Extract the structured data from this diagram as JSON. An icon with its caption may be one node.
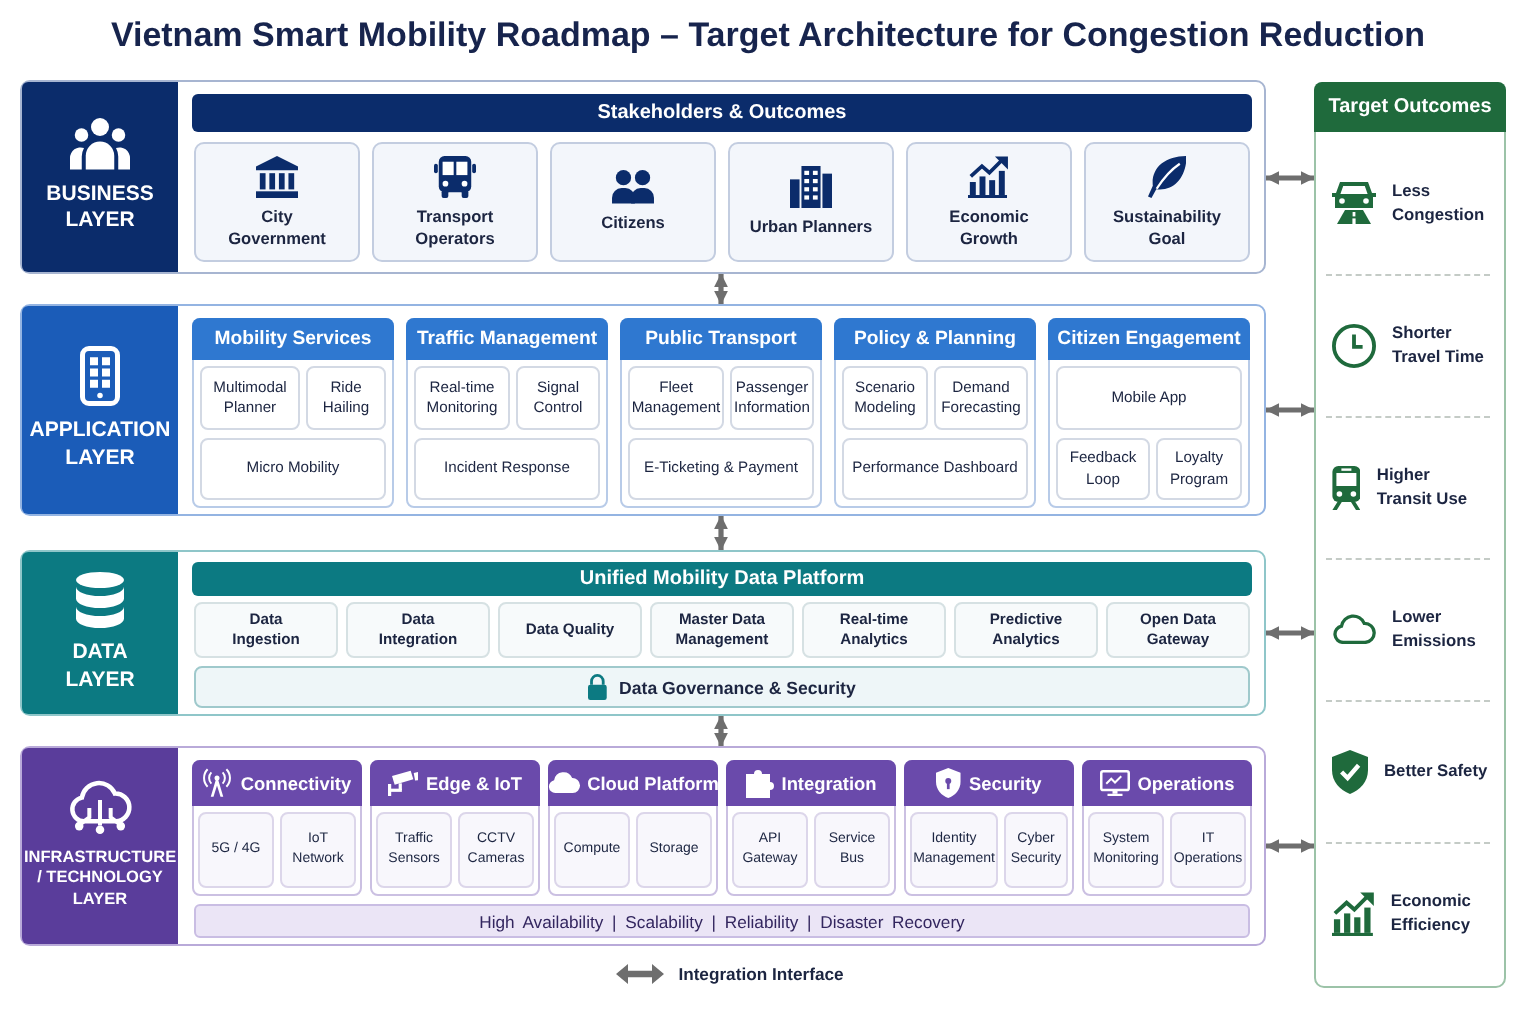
{
  "diagram": {
    "title": "Vietnam Smart Mobility Roadmap – Target Architecture for Congestion Reduction",
    "nodes": [
      {
        "text": [
          "BUSINESS LAYER"
        ]
      },
      {
        "text": [
          "Stakeholders & Outcomes"
        ],
        "in": 0
      },
      {
        "text": [
          "City Government"
        ],
        "in": 0
      },
      {
        "text": [
          "Transport Operators"
        ],
        "in": 0
      },
      {
        "text": [
          "Citizens"
        ],
        "in": 0
      },
      {
        "text": [
          "Urban Planners"
        ],
        "in": 0
      },
      {
        "text": [
          "Economic Growth"
        ],
        "in": 0
      },
      {
        "text": [
          "Sustainability Goal"
        ],
        "in": 0
      },
      {
        "text": [
          "APPLICATION LAYER"
        ]
      },
      {
        "text": [
          "Mobility Services"
        ],
        "in": 8
      },
      {
        "text": [
          "Multimodal Planner"
        ],
        "in": 9
      },
      {
        "text": [
          "Ride Hailing"
        ],
        "in": 9
      },
      {
        "text": [
          "Micro Mobility"
        ],
        "in": 9
      },
      {
        "text": [
          "Traffic Management"
        ],
        "in": 8
      },
      {
        "text": [
          "Real-time Monitoring"
        ],
        "in": 13
      },
      {
        "text": [
          "Signal Control"
        ],
        "in": 13
      },
      {
        "text": [
          "Incident Response"
        ],
        "in": 13
      },
      {
        "text": [
          "Public Transport"
        ],
        "in": 8
      },
      {
        "text": [
          "Fleet Management"
        ],
        "in": 17
      },
      {
        "text": [
          "Passenger Information"
        ],
        "in": 17
      },
      {
        "text": [
          "E-Ticketing & Payment"
        ],
        "in": 17
      },
      {
        "text": [
          "Policy & Planning"
        ],
        "in": 8
      },
      {
        "text": [
          "Scenario Modeling"
        ],
        "in": 21
      },
      {
        "text": [
          "Demand Forecasting"
        ],
        "in": 21
      },
      {
        "text": [
          "Performance Dashboard"
        ],
        "in": 21
      },
      {
        "text": [
          "Citizen Engagement"
        ],
        "in": 8
      },
      {
        "text": [
          "Mobile App"
        ],
        "in": 25
      },
      {
        "text": [
          "Feedback Loop"
        ],
        "in": 25
      },
      {
        "text": [
          "Loyalty Program"
        ],
        "in": 25
      },
      {
        "text": [
          "DATA LAYER"
        ]
      },
      {
        "text": [
          "Unified Mobility Data Platform"
        ],
        "in": 29
      },
      {
        "text": [
          "Data Ingestion"
        ],
        "in": 29
      },
      {
        "text": [
          "Data Integration"
        ],
        "in": 29
      },
      {
        "text": [
          "Data Quality"
        ],
        "in": 29
      },
      {
        "text": [
          "Master Data Management"
        ],
        "in": 29
      },
      {
        "text": [
          "Real-time Analytics"
        ],
        "in": 29
      },
      {
        "text": [
          "Predictive Analytics"
        ],
        "in": 29
      },
      {
        "text": [
          "Open Data Gateway"
        ],
        "in": 29
      },
      {
        "text": [
          "Data Governance & Security"
        ],
        "in": 29
      },
      {
        "text": [
          "INFRASTRUCTURE / TECHNOLOGY LAYER"
        ]
      },
      {
        "text": [
          "Connectivity"
        ],
        "in": 39
      },
      {
        "text": [
          "5G / 4G"
        ],
        "in": 40
      },
      {
        "text": [
          "IoT Network"
        ],
        "in": 40
      },
      {
        "text": [
          "Edge & IoT"
        ],
        "in": 39
      },
      {
        "text": [
          "Traffic Sensors"
        ],
        "in": 43
      },
      {
        "text": [
          "CCTV Cameras"
        ],
        "in": 43
      },
      {
        "text": [
          "Cloud Platform"
        ],
        "in": 39
      },
      {
        "text": [
          "Compute"
        ],
        "in": 46
      },
      {
        "text": [
          "Storage"
        ],
        "in": 46
      },
      {
        "text": [
          "Integration"
        ],
        "in": 39
      },
      {
        "text": [
          "API Gateway"
        ],
        "in": 49
      },
      {
        "text": [
          "Service Bus"
        ],
        "in": 49
      },
      {
        "text": [
          "Security"
        ],
        "in": 39
      },
      {
        "text": [
          "Identity Management"
        ],
        "in": 52
      },
      {
        "text": [
          "Cyber Security"
        ],
        "in": 52
      },
      {
        "text": [
          "Operations"
        ],
        "in": 39
      },
      {
        "text": [
          "System Monitoring"
        ],
        "in": 55
      },
      {
        "text": [
          "IT Operations"
        ],
        "in": 55
      },
      {
        "text": [
          "High Availability | Scalability | Reliability | Disaster Recovery"
        ],
        "in": 39
      },
      {
        "text": [
          "Target Outcomes"
        ]
      },
      {
        "text": [
          "Less Congestion"
        ],
        "in": 59
      },
      {
        "text": [
          "Shorter Travel Time"
        ],
        "in": 59
      },
      {
        "text": [
          "Higher Transit Use"
        ],
        "in": 59
      },
      {
        "text": [
          "Lower Emissions"
        ],
        "in": 59
      },
      {
        "text": [
          "Better Safety"
        ],
        "in": 59
      },
      {
        "text": [
          "Economic Efficiency"
        ],
        "in": 59
      }
    ],
    "edges": [
      {
        "from": 0,
        "to": 8,
        "arrow": "both"
      },
      {
        "from": 8,
        "to": 29,
        "arrow": "both"
      },
      {
        "from": 29,
        "to": 39,
        "arrow": "both"
      },
      {
        "from": 0,
        "to": 59,
        "arrow": "both"
      },
      {
        "from": 8,
        "to": 59,
        "arrow": "both"
      },
      {
        "from": 29,
        "to": 59,
        "arrow": "both"
      },
      {
        "from": 39,
        "to": 59,
        "arrow": "both"
      }
    ],
    "legend": [
      {
        "text": "Integration Interface"
      }
    ]
  }
}
